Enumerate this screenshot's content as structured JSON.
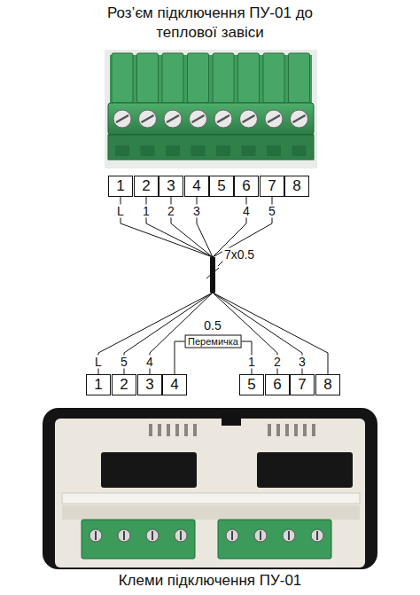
{
  "diagram": {
    "title": "Роз’єм підключення ПУ-01 до теплової завіси",
    "caption": "Клеми підключення ПУ-01",
    "nodes": [
      {
        "text": [
          "1"
        ]
      },
      {
        "text": [
          "2"
        ]
      },
      {
        "text": [
          "3"
        ]
      },
      {
        "text": [
          "4"
        ]
      },
      {
        "text": [
          "5"
        ]
      },
      {
        "text": [
          "6"
        ]
      },
      {
        "text": [
          "7"
        ]
      },
      {
        "text": [
          "8"
        ]
      },
      {
        "text": [
          "1"
        ]
      },
      {
        "text": [
          "2"
        ]
      },
      {
        "text": [
          "3"
        ]
      },
      {
        "text": [
          "4"
        ]
      },
      {
        "text": [
          "5"
        ]
      },
      {
        "text": [
          "6"
        ]
      },
      {
        "text": [
          "7"
        ]
      },
      {
        "text": [
          "8"
        ]
      }
    ],
    "edges": [
      {
        "from": 0,
        "to": 8,
        "arrow": "none"
      },
      {
        "from": 1,
        "to": 13,
        "arrow": "none"
      },
      {
        "from": 2,
        "to": 14,
        "arrow": "none"
      },
      {
        "from": 3,
        "to": 15,
        "arrow": "none"
      },
      {
        "from": 5,
        "to": 10,
        "arrow": "none"
      },
      {
        "from": 6,
        "to": 9,
        "arrow": "none"
      },
      {
        "from": 11,
        "to": 12,
        "label": "Перемичка",
        "arrow": "none"
      }
    ],
    "labels": [
      "L",
      "1",
      "2",
      "3",
      "4",
      "5",
      "7x0.5",
      "L",
      "5",
      "4",
      "1",
      "2",
      "3",
      "0.5"
    ]
  }
}
